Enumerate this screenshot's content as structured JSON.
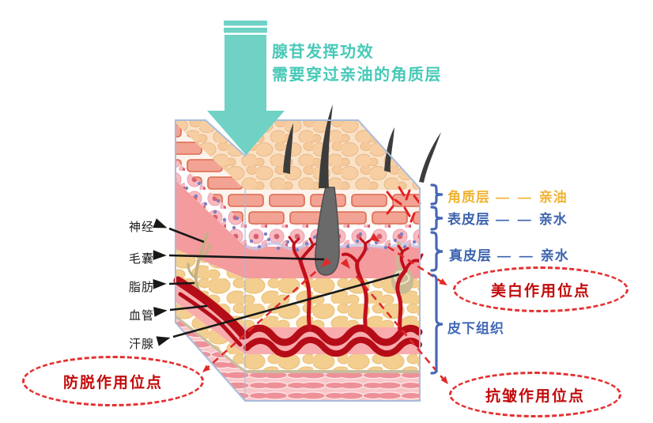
{
  "heading": {
    "line1": "腺苷发挥功效",
    "line2": "需要穿过亲油的角质层"
  },
  "structure_labels": [
    {
      "label": "神经"
    },
    {
      "label": "毛囊"
    },
    {
      "label": "脂肪"
    },
    {
      "label": "血管"
    },
    {
      "label": "汗腺"
    }
  ],
  "layer_labels": [
    {
      "name": "角质层",
      "separator": "— —",
      "property": "亲油"
    },
    {
      "name": "表皮层",
      "separator": "— —",
      "property": "亲水"
    },
    {
      "name": "真皮层",
      "separator": "— —",
      "property": "亲水"
    },
    {
      "name": "皮下组织",
      "separator": "",
      "property": ""
    }
  ],
  "action_sites": [
    {
      "label": "美白作用位点"
    },
    {
      "label": "防脱作用位点"
    },
    {
      "label": "抗皱作用位点"
    }
  ],
  "colors": {
    "accent_teal": "#47C9B7",
    "label_yellow": "#F0B331",
    "label_blue": "#3D63AE",
    "site_text_red": "#C20A0A",
    "site_border_red": "#E53030",
    "vessel_red": "#B50D18",
    "brace_blue": "#4767B4"
  }
}
